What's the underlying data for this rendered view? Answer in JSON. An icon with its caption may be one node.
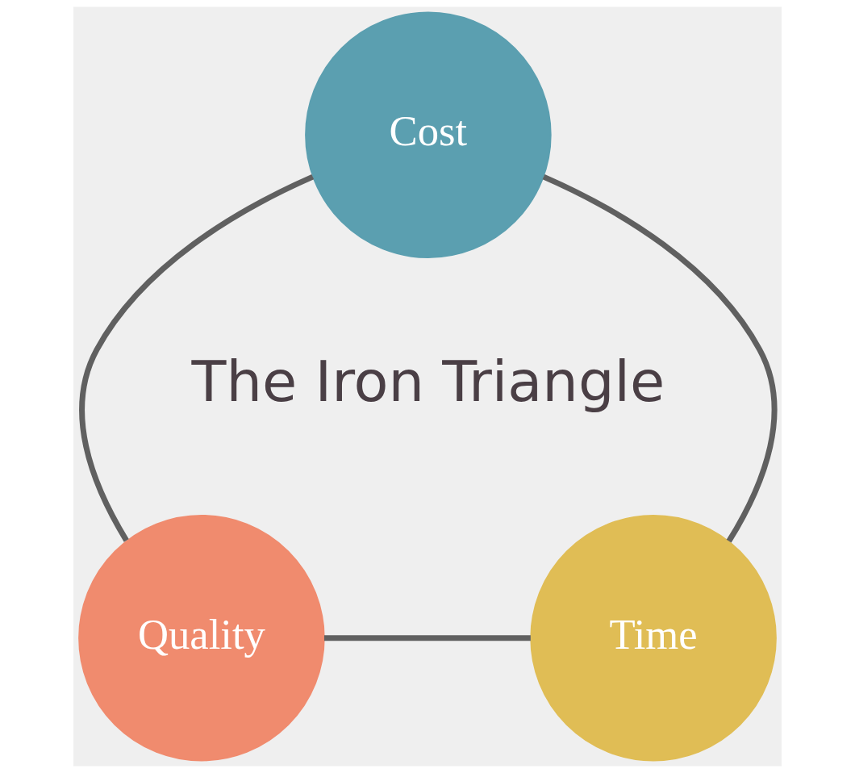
{
  "diagram": {
    "nodes": [
      {
        "text": [
          "Cost"
        ]
      },
      {
        "text": [
          "Quality"
        ]
      },
      {
        "text": [
          "Time"
        ]
      }
    ],
    "edges": [
      {
        "from": 0,
        "to": 1,
        "arrow": "none"
      },
      {
        "from": 0,
        "to": 2,
        "arrow": "none"
      },
      {
        "from": 1,
        "to": 2,
        "arrow": "none"
      }
    ],
    "labels": [
      "The Iron Triangle"
    ]
  }
}
